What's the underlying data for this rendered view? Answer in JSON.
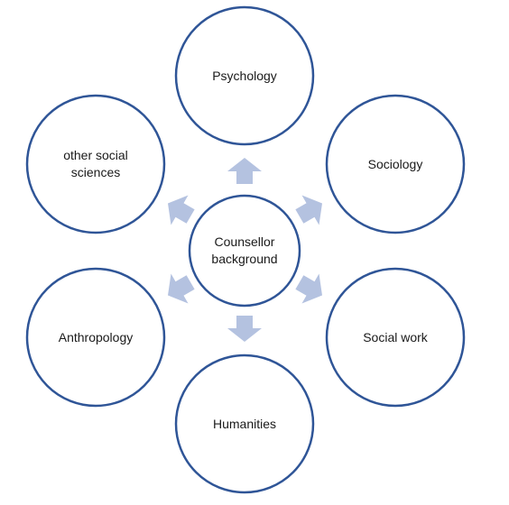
{
  "diagram": {
    "center": {
      "lines": [
        "Counsellor",
        "background"
      ]
    },
    "nodes": [
      {
        "key": "psychology",
        "lines": [
          "Psychology"
        ]
      },
      {
        "key": "sociology",
        "lines": [
          "Sociology"
        ]
      },
      {
        "key": "social-work",
        "lines": [
          "Social work"
        ]
      },
      {
        "key": "humanities",
        "lines": [
          "Humanities"
        ]
      },
      {
        "key": "anthropology",
        "lines": [
          "Anthropology"
        ]
      },
      {
        "key": "other-social-sciences",
        "lines": [
          "other social",
          "sciences"
        ]
      }
    ],
    "colors": {
      "circle_stroke": "#2f5597",
      "arrow_fill": "#b4c2e0",
      "text": "#1a1a1a"
    }
  }
}
